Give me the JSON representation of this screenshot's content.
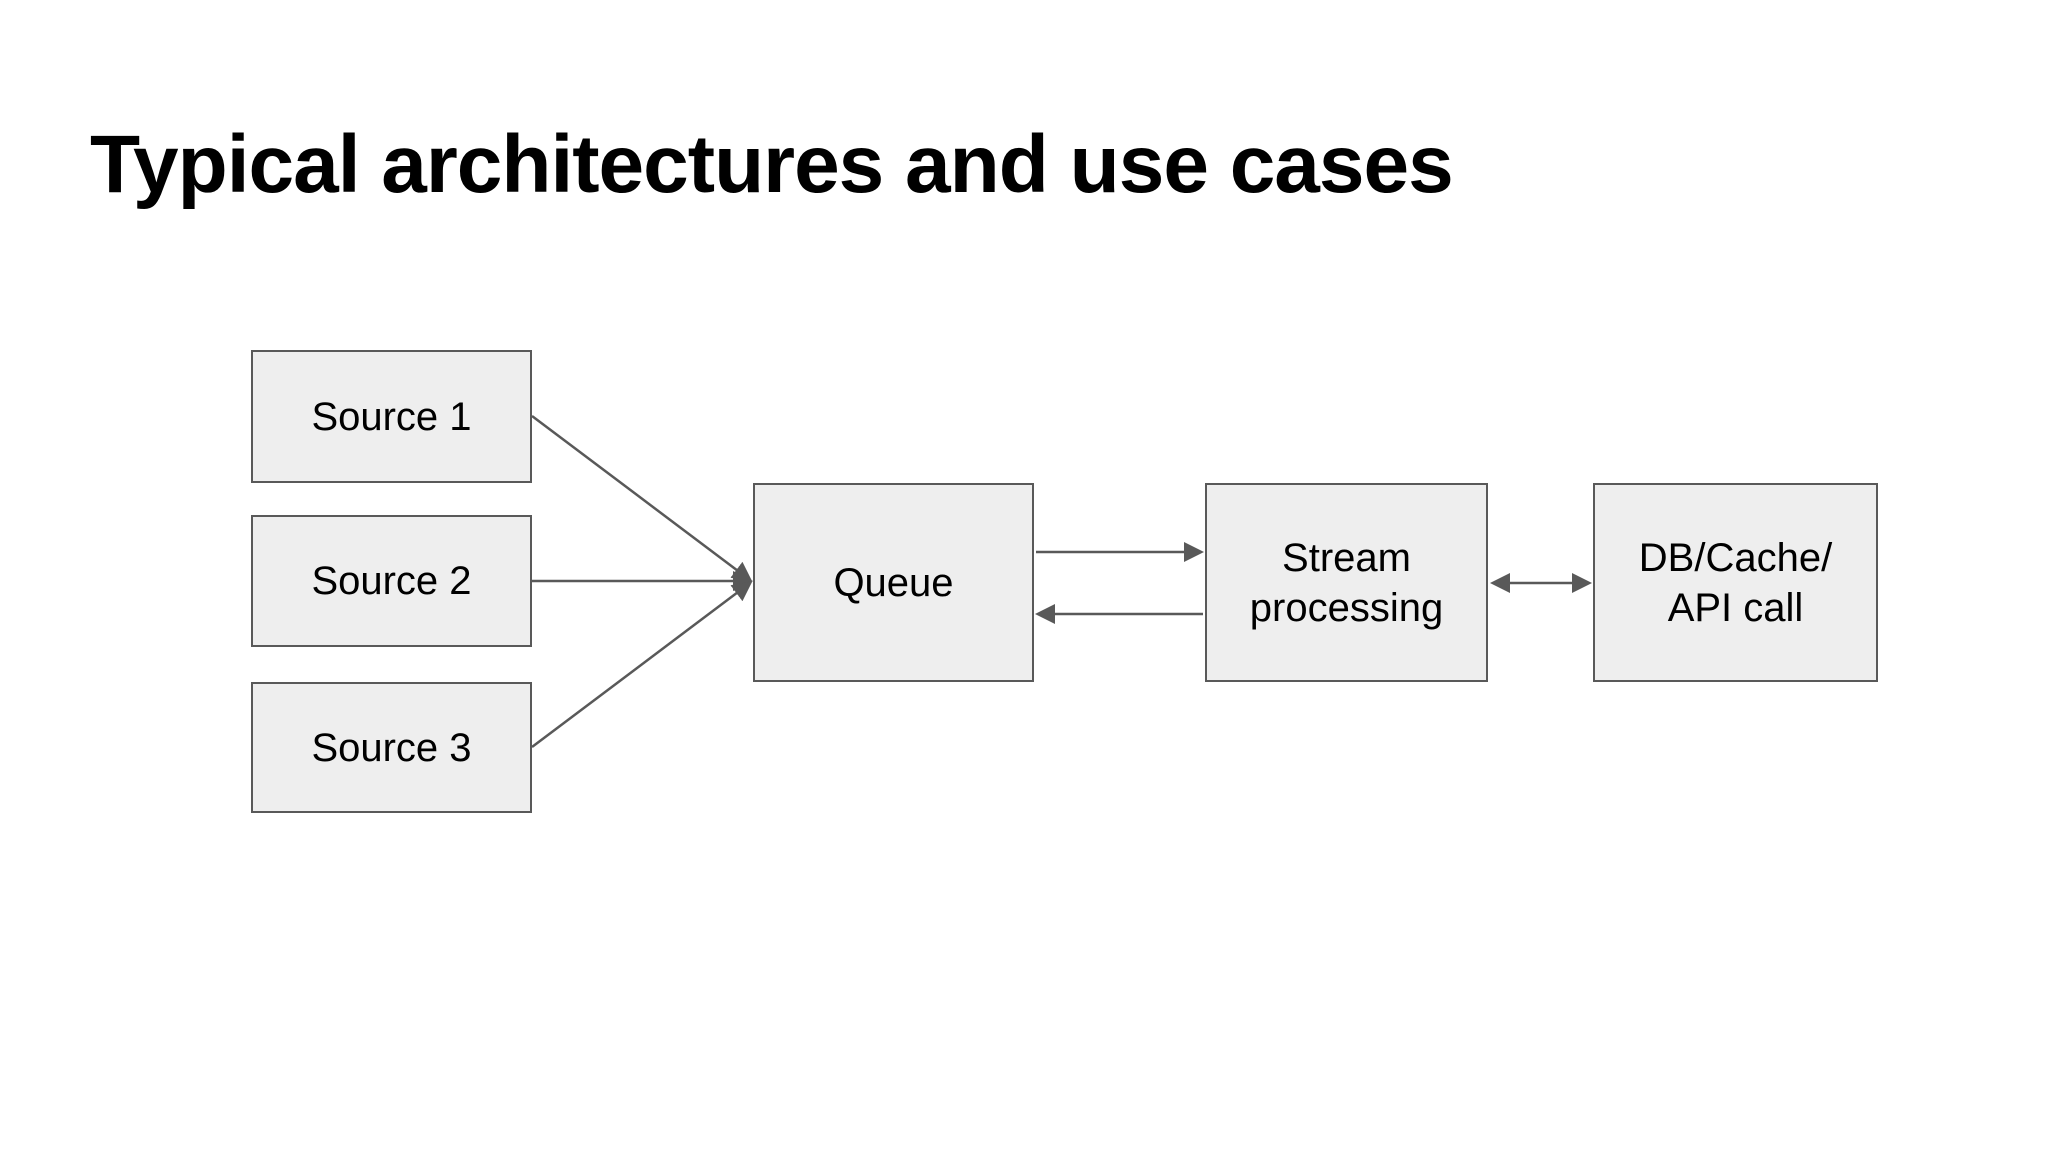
{
  "slide": {
    "title": "Typical architectures and use cases"
  },
  "nodes": {
    "source1": {
      "label": "Source 1"
    },
    "source2": {
      "label": "Source 2"
    },
    "source3": {
      "label": "Source 3"
    },
    "queue": {
      "label": "Queue"
    },
    "stream": {
      "lines": [
        "Stream",
        "processing"
      ]
    },
    "db": {
      "lines": [
        "DB/Cache/",
        "API call"
      ]
    }
  },
  "connectors": [
    {
      "id": "source1-to-queue",
      "from": "Source 1",
      "to": "Queue",
      "arrow": "end"
    },
    {
      "id": "source2-to-queue",
      "from": "Source 2",
      "to": "Queue",
      "arrow": "end"
    },
    {
      "id": "source3-to-queue",
      "from": "Source 3",
      "to": "Queue",
      "arrow": "end"
    },
    {
      "id": "queue-to-stream",
      "from": "Queue",
      "to": "Stream processing",
      "arrow": "end"
    },
    {
      "id": "stream-to-queue",
      "from": "Stream processing",
      "to": "Queue",
      "arrow": "end"
    },
    {
      "id": "stream-db-bidirectional",
      "from": "Stream processing",
      "to": "DB/Cache/ API call",
      "arrow": "both"
    }
  ],
  "colors": {
    "background": "#ffffff",
    "node_fill": "#eeeeee",
    "node_border": "#595959",
    "connector": "#595959",
    "text": "#000000",
    "title": "#000000"
  }
}
